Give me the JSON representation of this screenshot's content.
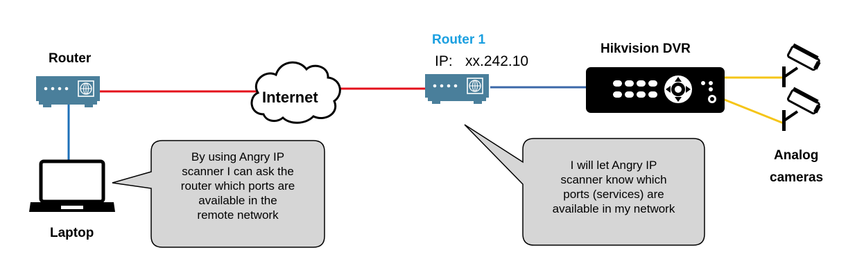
{
  "labels": {
    "router_left": "Router",
    "laptop": "Laptop",
    "internet": "Internet",
    "router1_title": "Router 1",
    "router1_ip_label": "IP:",
    "router1_ip_value": "xx.242.10",
    "dvr": "Hikvision DVR",
    "cameras_line1": "Analog",
    "cameras_line2": "cameras"
  },
  "bubbles": {
    "left": {
      "lines": [
        "By using Angry IP",
        "scanner I can ask the",
        "router which ports are",
        "available in the",
        "remote network"
      ]
    },
    "right": {
      "lines": [
        "I will let Angry IP",
        "scanner know which",
        "ports (services) are",
        "available in my network"
      ]
    }
  },
  "colors": {
    "router_blue": "#4a7f9b",
    "internet_link": "#e4111b",
    "lan_link": "#1e70b8",
    "dvr_link": "#3b68a8",
    "camera_link": "#f5c518",
    "router1_title": "#1a9fe0",
    "bubble_fill": "#d6d6d6"
  }
}
